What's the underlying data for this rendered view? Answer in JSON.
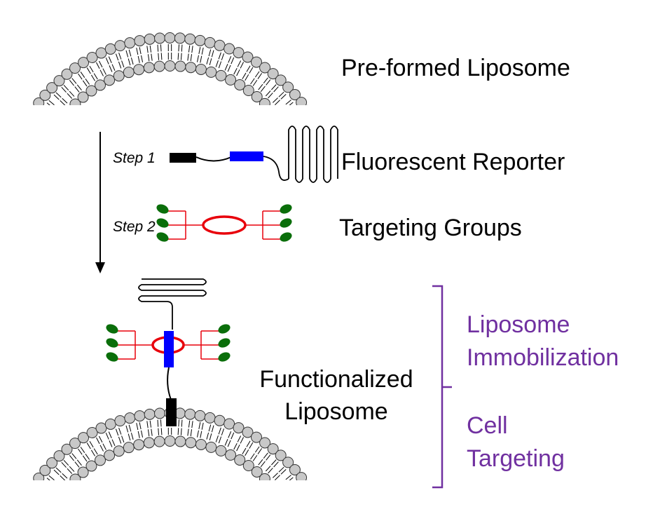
{
  "labels": {
    "preformed": "Pre-formed Liposome",
    "reporter": "Fluorescent Reporter",
    "targeting": "Targeting Groups",
    "functionalized_line1": "Functionalized",
    "functionalized_line2": "Liposome",
    "immob_line1": "Liposome",
    "immob_line2": "Immobilization",
    "cell_line1": "Cell",
    "cell_line2": "Targeting"
  },
  "steps": {
    "step1": "Step 1",
    "step2": "Step 2"
  },
  "colors": {
    "lipid_head": "#c8c8c8",
    "linker_black": "#000000",
    "reporter_blue": "#0000ff",
    "ring_red": "#e8000b",
    "ligand_green": "#0a6e0a",
    "bracket_purple": "#7030a0"
  }
}
